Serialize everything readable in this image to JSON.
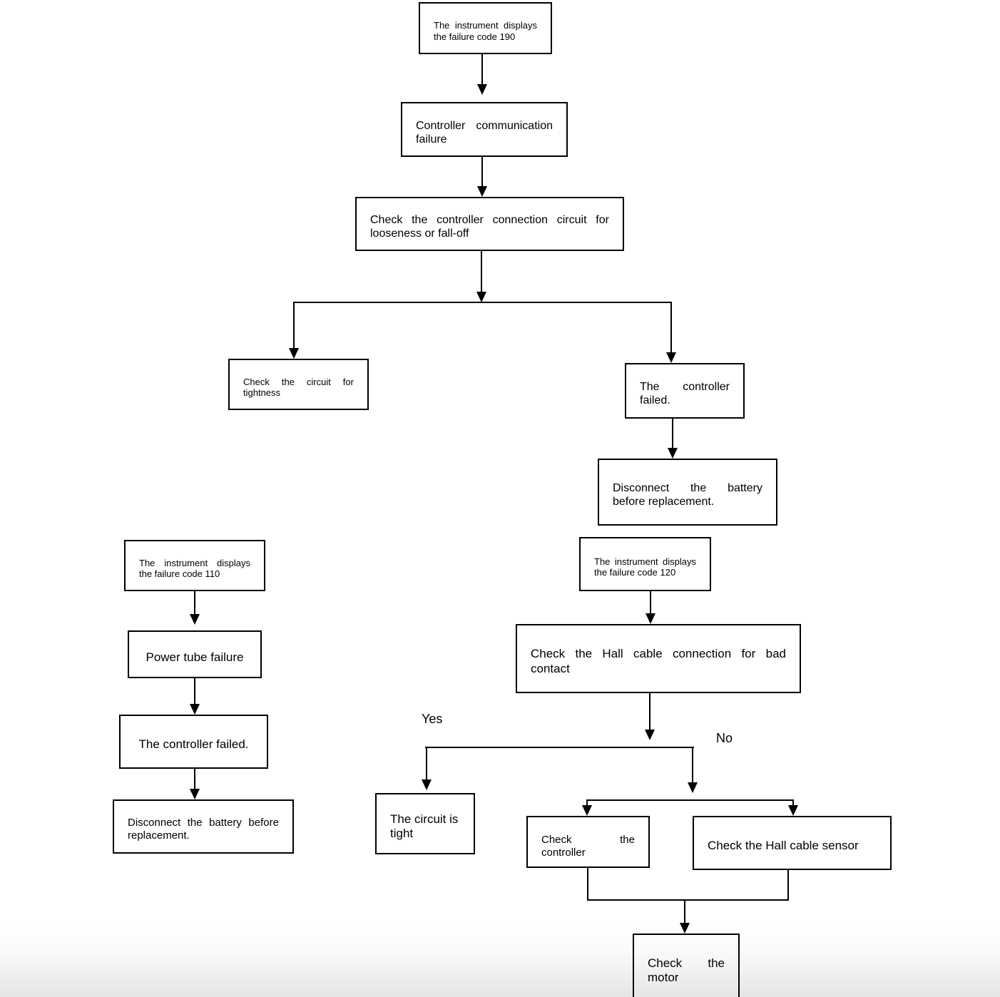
{
  "diagram": {
    "type": "flowchart",
    "background_color": "#ffffff",
    "line_color": "#000000",
    "text_color": "#000000",
    "nodes": {
      "failure_code_190": {
        "align": "justify",
        "lines": [
          [
            "The",
            "instrument",
            "displays"
          ],
          [
            "the failure code 190"
          ]
        ]
      },
      "controller_communication_failure": {
        "align": "justify",
        "lines": [
          [
            "Controller",
            "communication"
          ],
          [
            "failure"
          ]
        ]
      },
      "check_controller_connection": {
        "align": "justify",
        "lines": [
          [
            "Check",
            "the",
            "controller",
            "connection",
            "circuit",
            "for"
          ],
          [
            "looseness or fall-off"
          ]
        ]
      },
      "check_circuit_tightness": {
        "align": "justify",
        "lines": [
          [
            "Check",
            "the",
            "circuit",
            "for"
          ],
          [
            "tightness"
          ]
        ]
      },
      "controller_failed_right": {
        "align": "justify",
        "lines": [
          [
            "The",
            "controller"
          ],
          [
            "failed."
          ]
        ]
      },
      "disconnect_battery_right": {
        "align": "justify",
        "lines": [
          [
            "Disconnect",
            "the",
            "battery"
          ],
          [
            "before replacement."
          ]
        ]
      },
      "failure_code_110": {
        "align": "justify",
        "lines": [
          [
            "The",
            "instrument",
            "displays"
          ],
          [
            "the failure code 110"
          ]
        ]
      },
      "power_tube_failure": {
        "align": "center",
        "lines": [
          [
            "Power tube failure"
          ]
        ]
      },
      "controller_failed_left": {
        "align": "center",
        "lines": [
          [
            "The controller failed."
          ]
        ]
      },
      "disconnect_battery_left": {
        "align": "justify",
        "lines": [
          [
            "Disconnect",
            "the",
            "battery",
            "before"
          ],
          [
            "replacement."
          ]
        ]
      },
      "failure_code_120": {
        "align": "justify",
        "lines": [
          [
            "The",
            "instrument",
            "displays"
          ],
          [
            "the failure code 120"
          ]
        ]
      },
      "check_hall_cable_connection": {
        "align": "justify",
        "lines": [
          [
            "Check",
            "the",
            "Hall",
            "cable",
            "connection",
            "for",
            "bad"
          ],
          [
            "contact"
          ]
        ]
      },
      "circuit_is_tight": {
        "align": "left",
        "lines": [
          [
            "The circuit is"
          ],
          [
            "tight"
          ]
        ]
      },
      "check_controller": {
        "align": "justify",
        "lines": [
          [
            "Check",
            "the"
          ],
          [
            "controller"
          ]
        ]
      },
      "check_hall_cable_sensor": {
        "align": "left",
        "lines": [
          [
            "Check the Hall cable sensor"
          ]
        ]
      },
      "check_motor": {
        "align": "justify",
        "lines": [
          [
            "Check",
            "the"
          ],
          [
            "motor"
          ]
        ]
      }
    },
    "labels": {
      "yes": "Yes",
      "no": "No"
    },
    "edges": [
      {
        "from": "failure_code_190",
        "to": "controller_communication_failure"
      },
      {
        "from": "controller_communication_failure",
        "to": "check_controller_connection"
      },
      {
        "from": "check_controller_connection",
        "to": "check_circuit_tightness"
      },
      {
        "from": "check_controller_connection",
        "to": "controller_failed_right"
      },
      {
        "from": "controller_failed_right",
        "to": "disconnect_battery_right"
      },
      {
        "from": "failure_code_110",
        "to": "power_tube_failure"
      },
      {
        "from": "power_tube_failure",
        "to": "controller_failed_left"
      },
      {
        "from": "controller_failed_left",
        "to": "disconnect_battery_left"
      },
      {
        "from": "failure_code_120",
        "to": "check_hall_cable_connection"
      },
      {
        "from": "check_hall_cable_connection",
        "to": "circuit_is_tight",
        "label": "Yes"
      },
      {
        "from": "check_hall_cable_connection",
        "to": "check_controller",
        "label": "No"
      },
      {
        "from": "check_hall_cable_connection",
        "to": "check_hall_cable_sensor",
        "label": "No"
      },
      {
        "from": "check_controller",
        "to": "check_motor"
      },
      {
        "from": "check_hall_cable_sensor",
        "to": "check_motor"
      }
    ]
  }
}
